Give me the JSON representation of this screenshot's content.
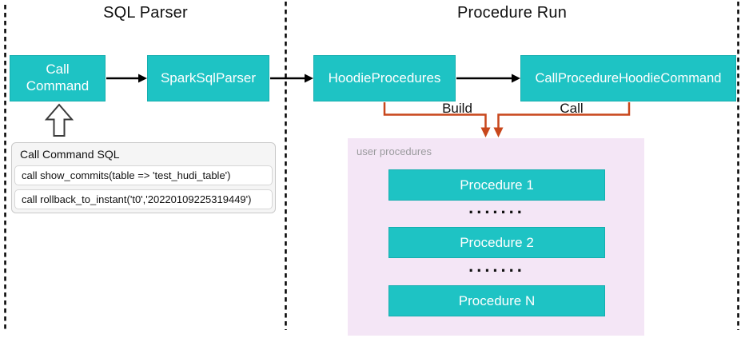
{
  "sections": {
    "left_title": "SQL Parser",
    "right_title": "Procedure Run"
  },
  "nodes": {
    "call_command": "Call Command",
    "spark_sql_parser": "SparkSqlParser",
    "hoodie_procedures": "HoodieProcedures",
    "call_procedure_hoodie_command": "CallProcedureHoodieCommand"
  },
  "edges": {
    "build_label": "Build",
    "call_label": "Call"
  },
  "sql_box": {
    "title": "Call Command SQL",
    "rows": [
      "call show_commits(table => 'test_hudi_table')",
      "call rollback_to_instant('t0','20220109225319449')"
    ]
  },
  "user_procedures": {
    "label": "user procedures",
    "items": [
      "Procedure 1",
      "Procedure 2",
      "Procedure N"
    ],
    "dots": "......."
  },
  "icons": {
    "hollow_up_arrow": "up-arrow",
    "flow_arrow": "right-arrow",
    "build_call_arrows": "down-arrows"
  },
  "colors": {
    "node_fill": "#1EC3C4",
    "node_border": "#15AEAF",
    "node_text": "#FFFFFF",
    "user_box_fill": "#F4E6F6",
    "user_label_text": "#9B9B9E",
    "orange_edge": "#C8471C",
    "black_edge": "#000000",
    "sql_box_fill": "#F5F5F5",
    "sql_box_border": "#C9C9C9",
    "sql_row_fill": "#FFFFFF"
  }
}
